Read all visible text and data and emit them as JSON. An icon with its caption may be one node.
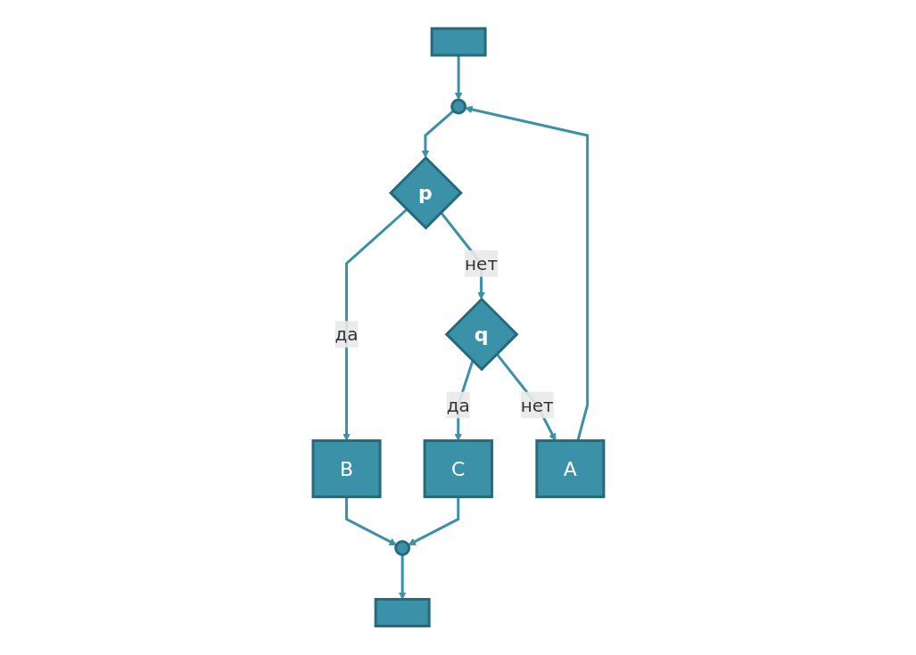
{
  "diagram": {
    "nodes": [
      {
        "text": [],
        "shape": "box"
      },
      {
        "text": [],
        "shape": "circle"
      },
      {
        "text": [
          "p"
        ]
      },
      {
        "text": [
          "q"
        ]
      },
      {
        "text": [
          "B"
        ]
      },
      {
        "text": [
          "C"
        ]
      },
      {
        "text": [
          "A"
        ]
      },
      {
        "text": [],
        "shape": "circle"
      },
      {
        "text": [],
        "shape": "box"
      }
    ],
    "edges": [
      {
        "from": 0,
        "to": 1,
        "arrow": "to"
      },
      {
        "from": 6,
        "to": 1,
        "arrow": "to"
      },
      {
        "from": 1,
        "to": 2,
        "arrow": "to"
      },
      {
        "from": 2,
        "to": 4,
        "arrow": "to",
        "label": "да"
      },
      {
        "from": 2,
        "to": 3,
        "arrow": "to",
        "label": "нет"
      },
      {
        "from": 3,
        "to": 5,
        "arrow": "to",
        "label": "да"
      },
      {
        "from": 3,
        "to": 6,
        "arrow": "to",
        "label": "нет"
      },
      {
        "from": 4,
        "to": 7,
        "arrow": "to"
      },
      {
        "from": 5,
        "to": 7,
        "arrow": "to"
      },
      {
        "from": 7,
        "to": 8,
        "arrow": "to"
      }
    ]
  }
}
